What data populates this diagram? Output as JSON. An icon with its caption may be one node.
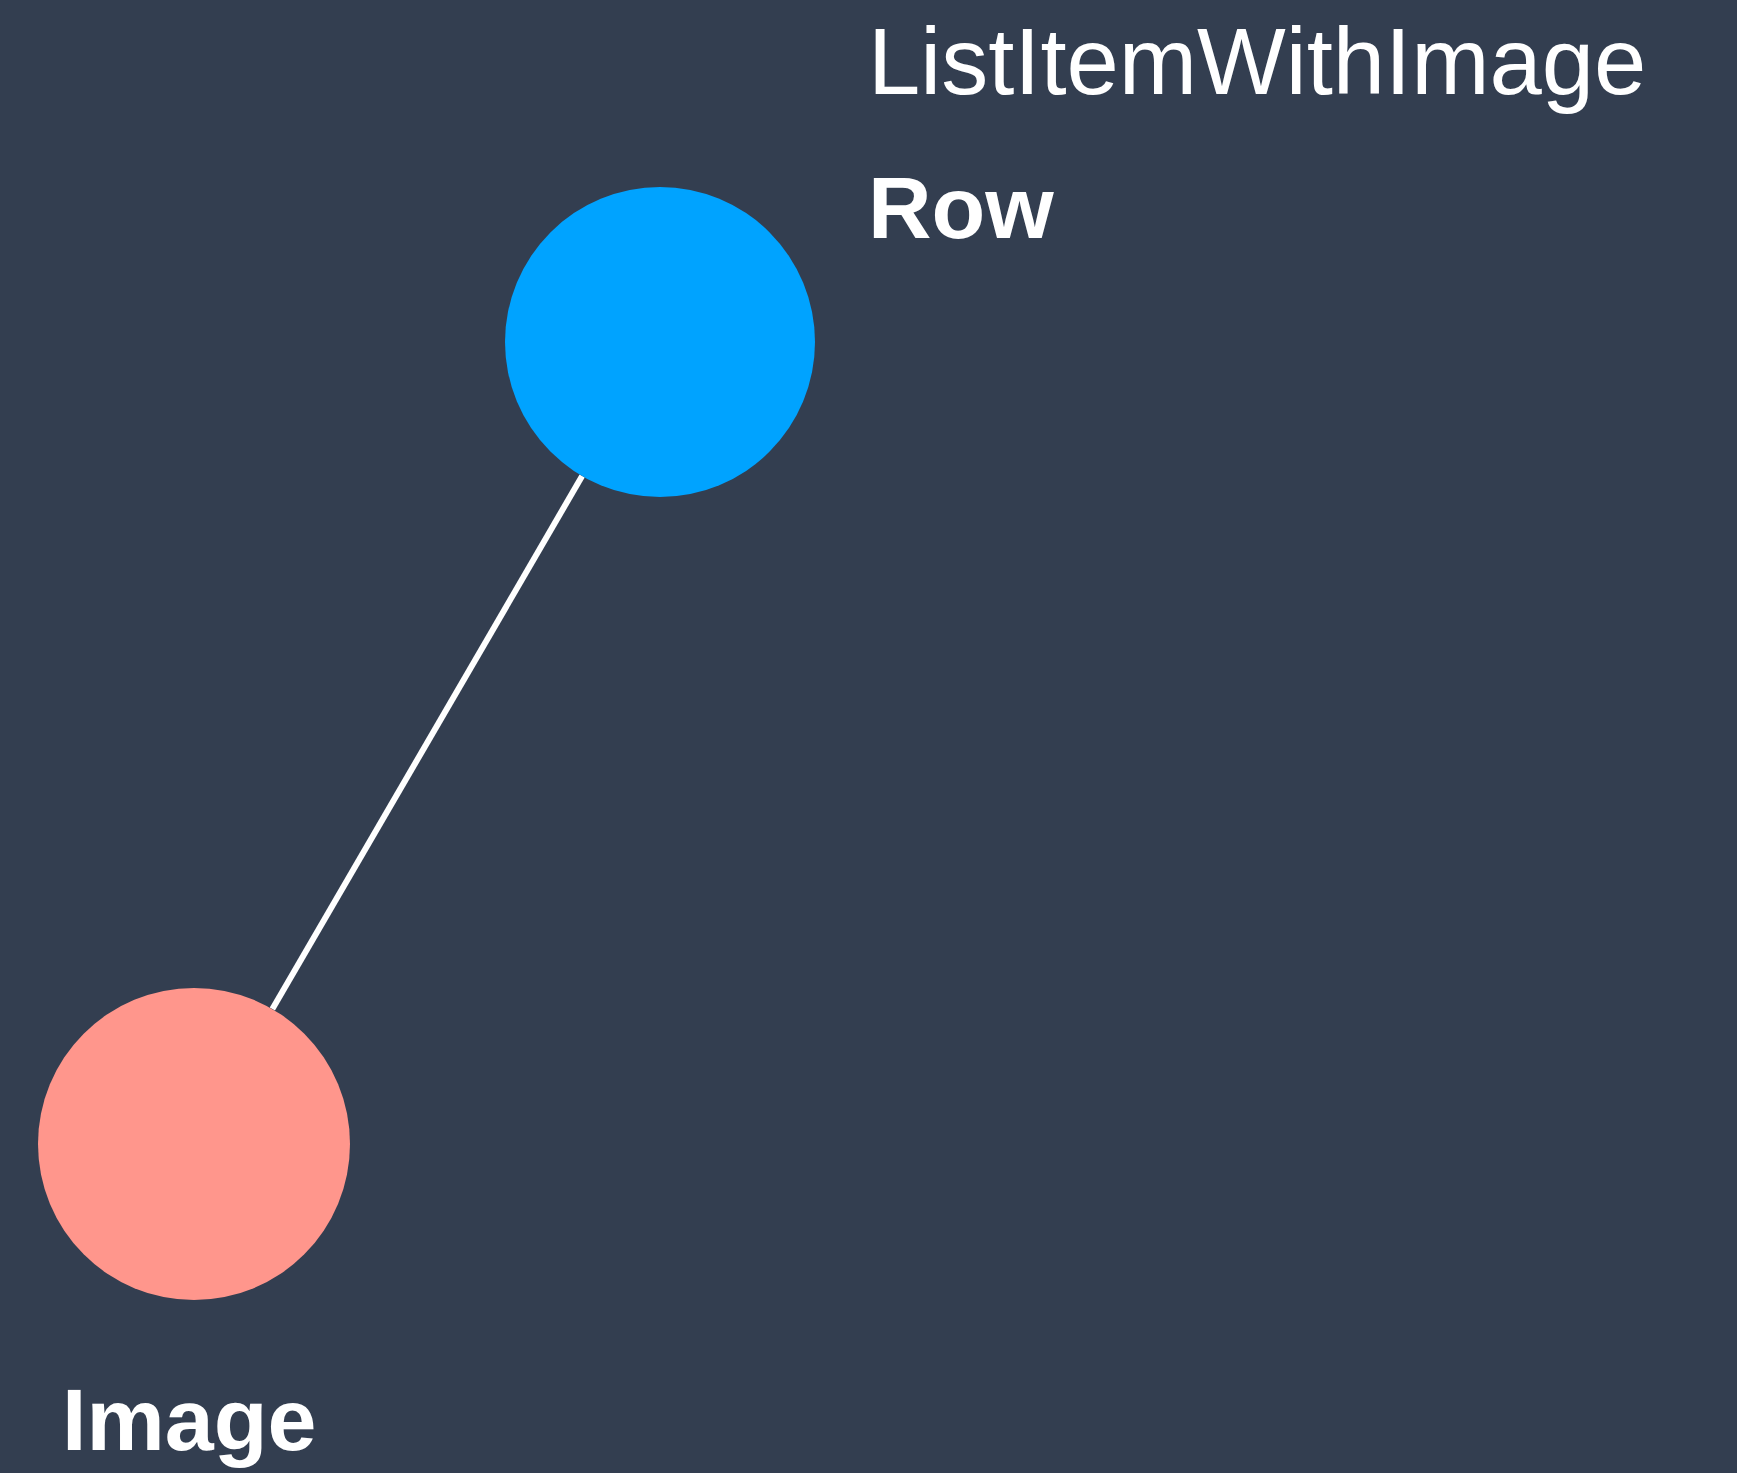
{
  "diagram": {
    "title": "ListItemWithImage",
    "nodes": [
      {
        "text": [
          "Row"
        ]
      },
      {
        "text": [
          "Image"
        ]
      }
    ],
    "edges": [
      {
        "from": 0,
        "to": 1,
        "arrow": "none"
      }
    ]
  }
}
